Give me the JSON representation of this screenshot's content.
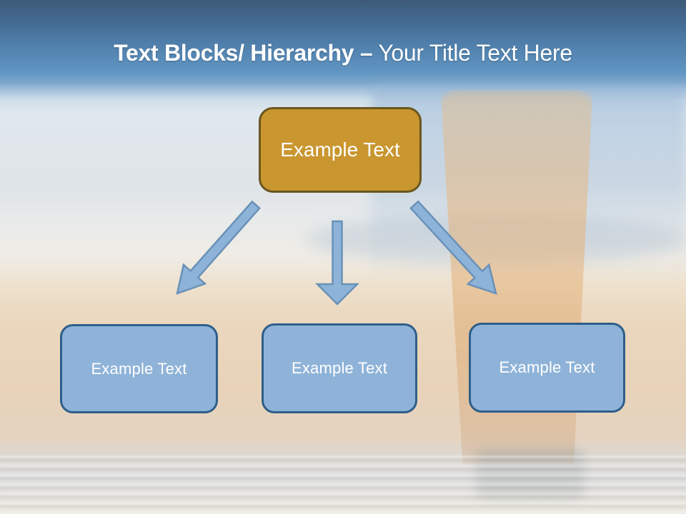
{
  "slide": {
    "title": {
      "bold_text": "Text Blocks/ Hierarchy –",
      "regular_text": "Your Title Text Here"
    },
    "root_block": {
      "label": "Example Text"
    },
    "child_blocks": [
      {
        "label": "Example Text"
      },
      {
        "label": "Example Text"
      },
      {
        "label": "Example Text"
      }
    ],
    "colors": {
      "title_text": "#FFFFFF",
      "header_gradient_top": "#3E5A78",
      "header_gradient_bottom": "#6C9CC6",
      "root_block_fill": "#C9962F",
      "root_block_border": "#6B5620",
      "child_block_fill": "#8FB3D8",
      "child_block_border": "#2E5E8A",
      "arrow_fill": "#8DB3D8",
      "arrow_stroke": "#6A91B8",
      "block_text": "#FFFFFF"
    }
  }
}
